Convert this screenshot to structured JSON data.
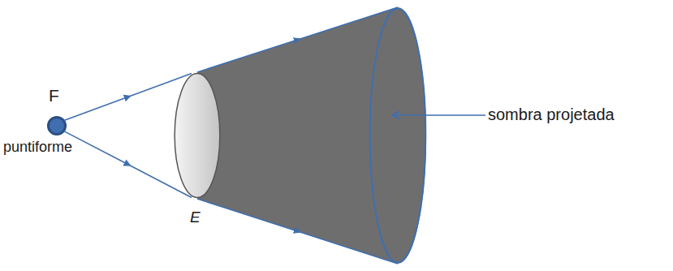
{
  "diagram": {
    "nodes": [
      {
        "text": [
          "F",
          "puntiforme"
        ]
      },
      {
        "text": [
          "E"
        ]
      },
      {
        "text": [
          "sombra projetada"
        ]
      }
    ],
    "edges": [
      {
        "from": 0,
        "to": 1,
        "arrow": "to"
      },
      {
        "from": 0,
        "to": 1,
        "arrow": "to"
      },
      {
        "from": 1,
        "to": 2,
        "arrow": "to"
      },
      {
        "from": 1,
        "to": 2,
        "arrow": "to"
      }
    ]
  }
}
